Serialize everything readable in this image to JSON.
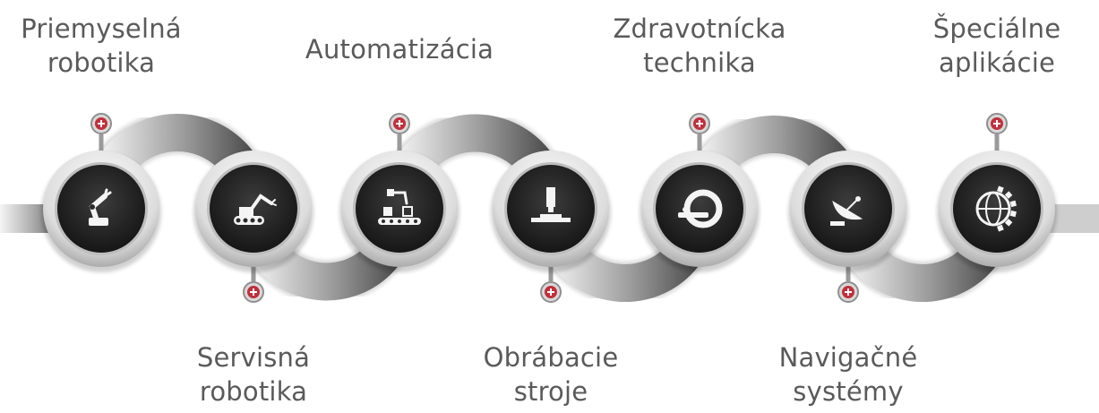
{
  "items": [
    {
      "id": "priemyselna-robotika",
      "lines": [
        "Priemyselná",
        "robotika"
      ],
      "icon": "industrial-robot-arm-icon",
      "position": "top"
    },
    {
      "id": "servisna-robotika",
      "lines": [
        "Servisná",
        "robotika"
      ],
      "icon": "service-robot-tracked-icon",
      "position": "bottom"
    },
    {
      "id": "automatizacia",
      "lines": [
        "Automatizácia"
      ],
      "icon": "conveyor-automation-icon",
      "position": "top"
    },
    {
      "id": "obrabacie-stroje",
      "lines": [
        "Obrábacie",
        "stroje"
      ],
      "icon": "cnc-machine-icon",
      "position": "bottom"
    },
    {
      "id": "zdravotnicka-technika",
      "lines": [
        "Zdravotnícka",
        "technika"
      ],
      "icon": "mri-scanner-icon",
      "position": "top"
    },
    {
      "id": "navigacne-systemy",
      "lines": [
        "Navigačné",
        "systémy"
      ],
      "icon": "satellite-dish-icon",
      "position": "bottom"
    },
    {
      "id": "specialne-aplikacie",
      "lines": [
        "Špeciálne",
        "aplikácie"
      ],
      "icon": "globe-gear-icon",
      "position": "top"
    }
  ],
  "colors": {
    "label_text": "#5a5a5a",
    "node_dark": "#2b2b2b",
    "pin_accent": "#c0303c"
  }
}
